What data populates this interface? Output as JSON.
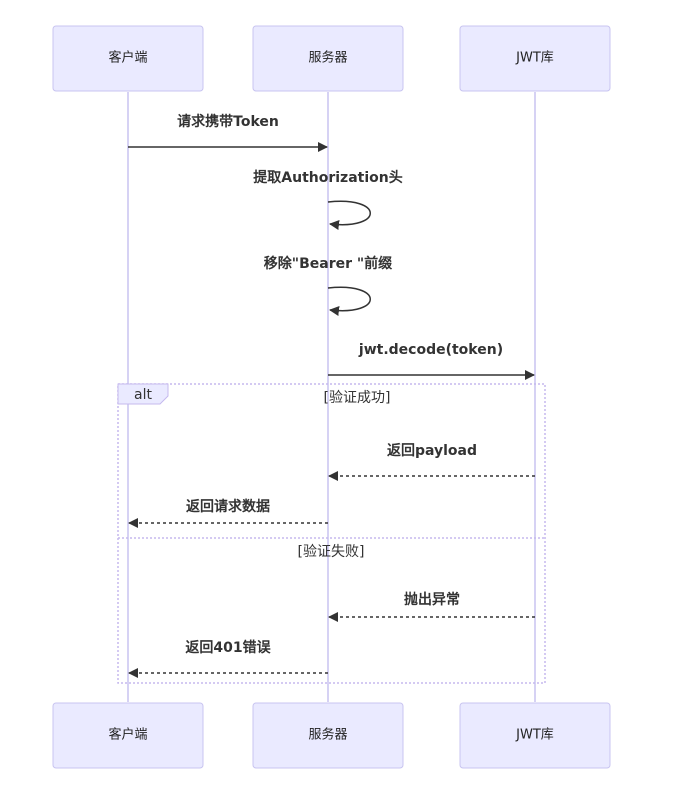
{
  "participants": [
    {
      "id": "client",
      "label": "客户端"
    },
    {
      "id": "server",
      "label": "服务器"
    },
    {
      "id": "jwt",
      "label": "JWT库"
    }
  ],
  "messages": [
    {
      "label": "请求携带Token",
      "from": "client",
      "to": "server",
      "style": "solid"
    },
    {
      "label": "提取Authorization头",
      "from": "server",
      "to": "server",
      "style": "solid"
    },
    {
      "label": "移除\"Bearer \"前缀",
      "from": "server",
      "to": "server",
      "style": "solid"
    },
    {
      "label": "jwt.decode(token)",
      "from": "server",
      "to": "jwt",
      "style": "solid"
    },
    {
      "label": "返回payload",
      "from": "jwt",
      "to": "server",
      "style": "dashed"
    },
    {
      "label": "返回请求数据",
      "from": "server",
      "to": "client",
      "style": "dashed"
    },
    {
      "label": "抛出异常",
      "from": "jwt",
      "to": "server",
      "style": "dashed"
    },
    {
      "label": "返回401错误",
      "from": "server",
      "to": "client",
      "style": "dashed"
    }
  ],
  "alt_block": {
    "label": "alt",
    "conditions": [
      "[验证成功]",
      "[验证失败]"
    ]
  }
}
